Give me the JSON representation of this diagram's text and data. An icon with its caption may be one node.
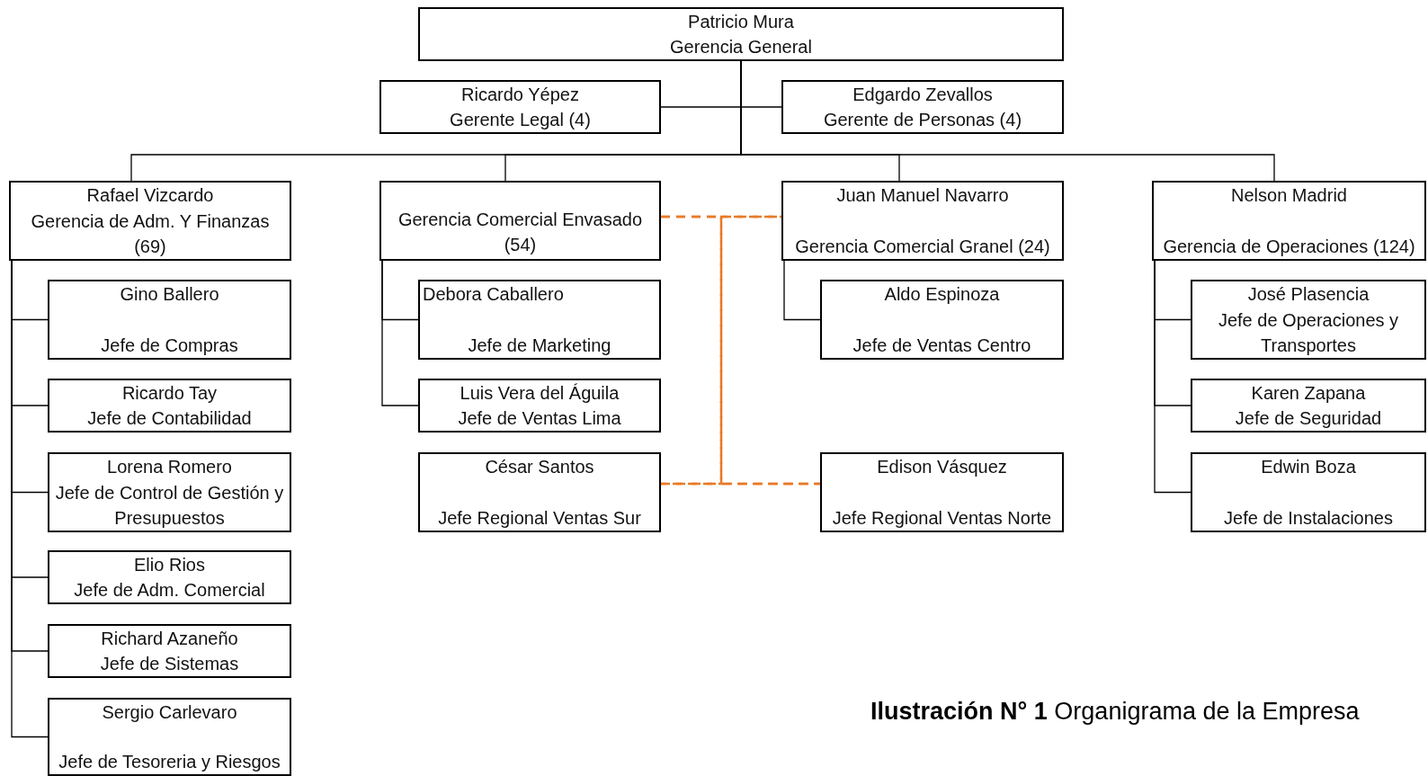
{
  "diagram": {
    "caption": "**Ilustración N° 1** Organigrama de la Empresa",
    "nodes": [
      {
        "text": [
          "Patricio Mura",
          "Gerencia General"
        ]
      },
      {
        "text": [
          "Ricardo Yépez",
          "Gerente Legal (4)"
        ]
      },
      {
        "text": [
          "Edgardo Zevallos",
          "Gerente de Personas (4)"
        ]
      },
      {
        "text": [
          "Rafael Vizcardo",
          "Gerencia de Adm. Y Finanzas (69)"
        ]
      },
      {
        "text": [
          "Gerencia Comercial Envasado (54)"
        ]
      },
      {
        "text": [
          "Juan Manuel Navarro",
          "Gerencia Comercial Granel (24)"
        ]
      },
      {
        "text": [
          "Nelson Madrid",
          "Gerencia de Operaciones (124)"
        ]
      },
      {
        "text": [
          "Gino Ballero",
          "Jefe de Compras"
        ]
      },
      {
        "text": [
          "Debora Caballero",
          "Jefe de Marketing"
        ]
      },
      {
        "text": [
          "Aldo Espinoza",
          "Jefe de Ventas Centro"
        ]
      },
      {
        "text": [
          "José Plasencia",
          "Jefe de Operaciones y Transportes"
        ]
      },
      {
        "text": [
          "Ricardo Tay",
          "Jefe de Contabilidad"
        ]
      },
      {
        "text": [
          "Luis Vera del Águila",
          "Jefe de Ventas Lima"
        ]
      },
      {
        "text": [
          "Karen Zapana",
          "Jefe de Seguridad"
        ]
      },
      {
        "text": [
          "Lorena Romero",
          "Jefe de Control de Gestión y Presupuestos"
        ]
      },
      {
        "text": [
          "César Santos",
          "Jefe Regional Ventas Sur"
        ]
      },
      {
        "text": [
          "Edison Vásquez",
          "Jefe Regional Ventas Norte"
        ]
      },
      {
        "text": [
          "Edwin Boza",
          "Jefe de Instalaciones"
        ]
      },
      {
        "text": [
          "Elio Rios",
          "Jefe de Adm. Comercial"
        ]
      },
      {
        "text": [
          "Richard Azaneño",
          "Jefe de Sistemas"
        ]
      },
      {
        "text": [
          "Sergio Carlevaro",
          "Jefe de Tesoreria y Riesgos"
        ]
      }
    ],
    "edges": [
      {
        "from": 0,
        "to": 1,
        "arrow": "none"
      },
      {
        "from": 0,
        "to": 2,
        "arrow": "none"
      },
      {
        "from": 0,
        "to": 3,
        "arrow": "none"
      },
      {
        "from": 0,
        "to": 4,
        "arrow": "none"
      },
      {
        "from": 0,
        "to": 5,
        "arrow": "none"
      },
      {
        "from": 0,
        "to": 6,
        "arrow": "none"
      },
      {
        "from": 3,
        "to": 7,
        "arrow": "none"
      },
      {
        "from": 3,
        "to": 11,
        "arrow": "none"
      },
      {
        "from": 3,
        "to": 14,
        "arrow": "none"
      },
      {
        "from": 3,
        "to": 18,
        "arrow": "none"
      },
      {
        "from": 3,
        "to": 19,
        "arrow": "none"
      },
      {
        "from": 3,
        "to": 20,
        "arrow": "none"
      },
      {
        "from": 4,
        "to": 8,
        "arrow": "none"
      },
      {
        "from": 4,
        "to": 12,
        "arrow": "none"
      },
      {
        "from": 5,
        "to": 9,
        "arrow": "none"
      },
      {
        "from": 6,
        "to": 10,
        "arrow": "none"
      },
      {
        "from": 6,
        "to": 13,
        "arrow": "none"
      },
      {
        "from": 6,
        "to": 17,
        "arrow": "none"
      },
      {
        "from": 4,
        "to": 5,
        "arrow": "none",
        "style": "dashed",
        "color": "#e97a25"
      },
      {
        "from": 15,
        "to": 16,
        "arrow": "none",
        "style": "dashed",
        "color": "#e97a25"
      },
      {
        "from": 4,
        "to": 15,
        "arrow": "none",
        "style": "dashed",
        "color": "#e97a25"
      },
      {
        "from": 5,
        "to": 16,
        "arrow": "none",
        "style": "dashed",
        "color": "#e97a25"
      }
    ]
  }
}
